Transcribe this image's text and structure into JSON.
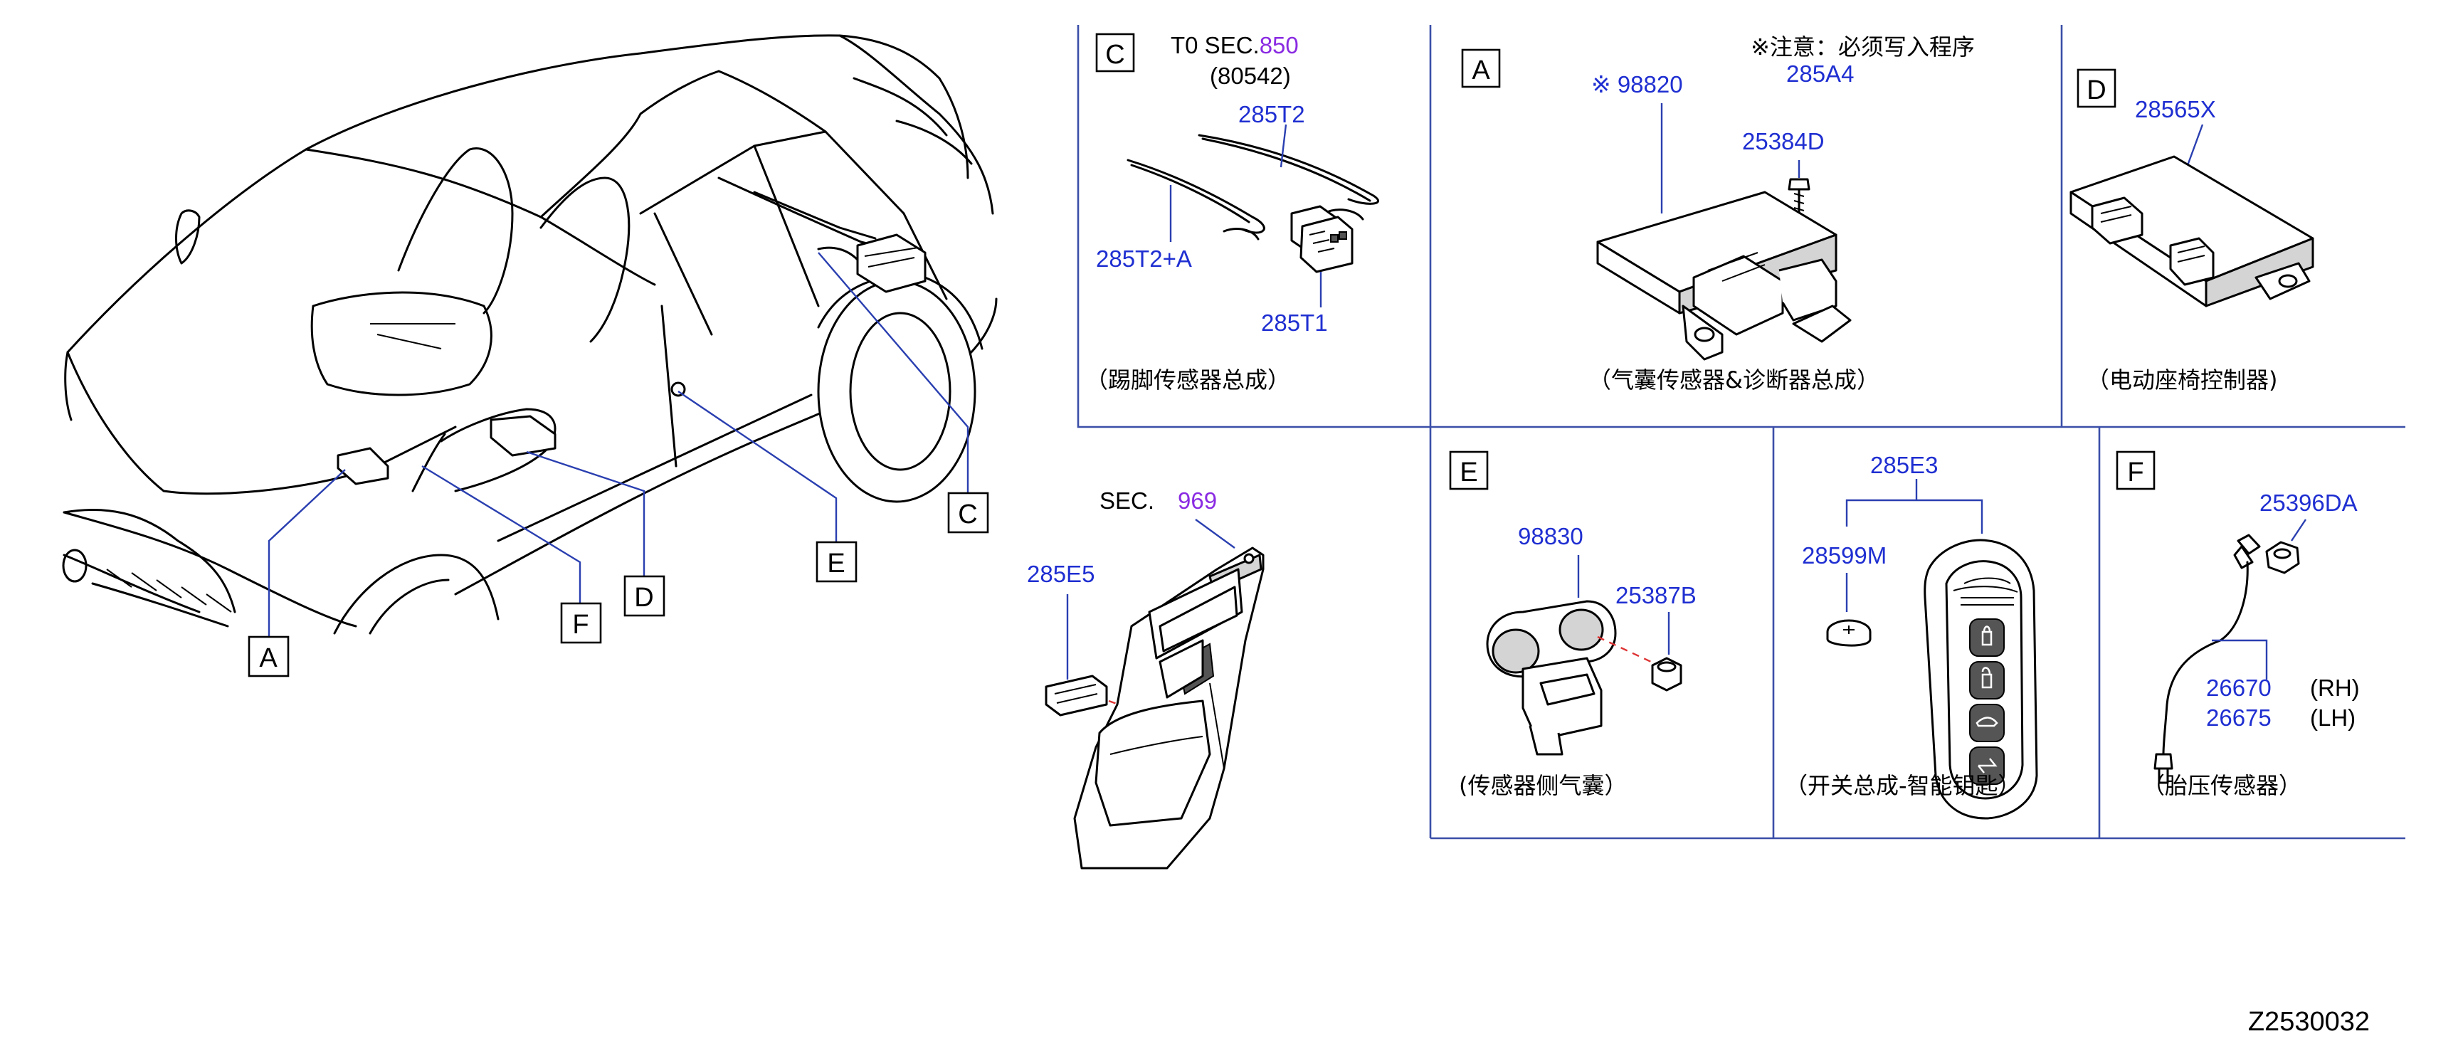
{
  "doc_id": "Z2530032",
  "overview_labels": {
    "a": "A",
    "c": "C",
    "d": "D",
    "e": "E",
    "f": "F"
  },
  "panel_c": {
    "letter": "C",
    "sec_prefix": "T0   SEC.",
    "sec_num": "850",
    "sec_sub": "(80542)",
    "parts": {
      "p1": "285T2",
      "p2": "285T2+A",
      "p3": "285T1"
    },
    "caption": "（踢脚传感器总成）"
  },
  "panel_a": {
    "letter": "A",
    "note": "※注意：必须写入程序",
    "parts": {
      "p1": "285A4",
      "p2": "※ 98820",
      "p3": "25384D"
    },
    "caption": "（气囊传感器&诊断器总成）"
  },
  "panel_d": {
    "letter": "D",
    "parts": {
      "p1": "28565X"
    },
    "caption": "（电动座椅控制器)"
  },
  "console": {
    "sec_prefix": "SEC.",
    "sec_num": "969",
    "parts": {
      "p1": "285E5"
    }
  },
  "panel_e": {
    "letter": "E",
    "parts": {
      "p1": "98830",
      "p2": "25387B"
    },
    "caption": "(传感器侧气囊）"
  },
  "panel_key": {
    "parts": {
      "p1": "285E3",
      "p2": "28599M"
    },
    "caption": "（开关总成-智能钥匙）"
  },
  "panel_f": {
    "letter": "F",
    "parts": {
      "p1": "25396DA",
      "p2": "26670",
      "p3": "26675"
    },
    "sides": {
      "rh": "(RH)",
      "lh": "(LH)"
    },
    "caption": "（胎压传感器）"
  },
  "colors": {
    "part_number": "#1f2fd1",
    "section_ref": "#8a2be2",
    "leader": "#2a3fb0",
    "frame": "#3b4fa8",
    "dash": "#dd3333"
  }
}
